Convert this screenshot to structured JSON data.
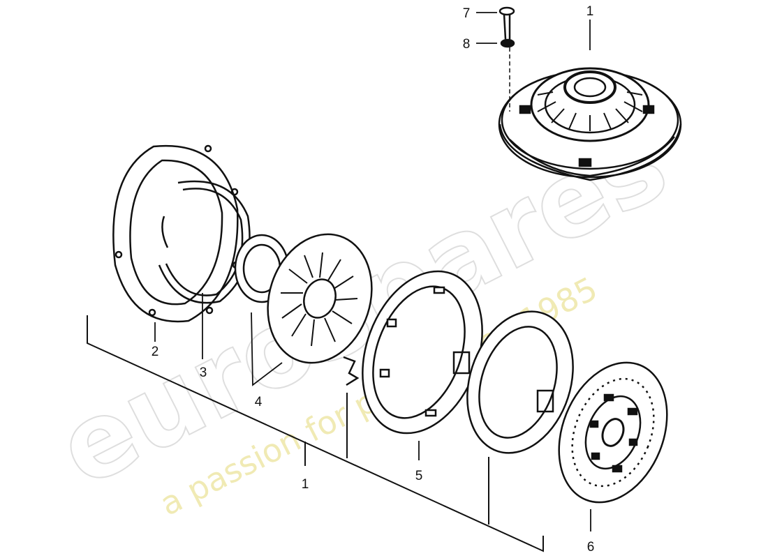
{
  "diagram": {
    "callouts": {
      "c1_top": "1",
      "c7": "7",
      "c8": "8",
      "c2": "2",
      "c3": "3",
      "c4": "4",
      "c5": "5",
      "c6": "6",
      "c1_bottom": "1"
    },
    "watermark": {
      "brand": "eurospares",
      "tagline": "a passion for parts since 1985"
    },
    "colors": {
      "line": "#111111",
      "watermark_outline": "#dedede",
      "watermark_tagline": "#eee7a8"
    }
  }
}
